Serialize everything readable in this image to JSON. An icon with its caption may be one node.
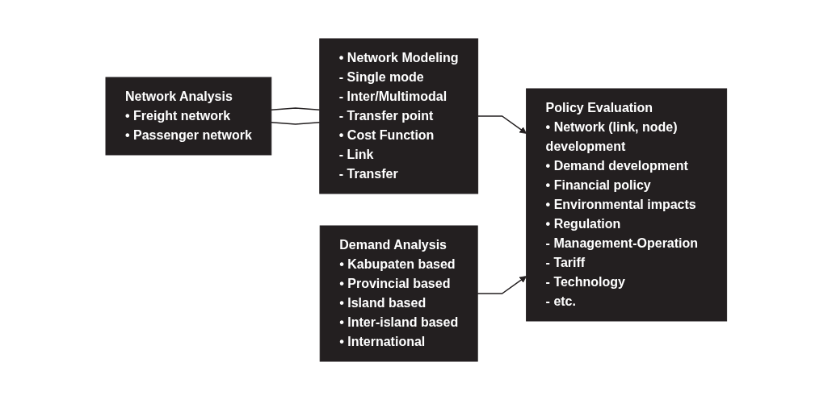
{
  "diagram": {
    "nodes": [
      {
        "text": [
          "Network Analysis",
          "• Freight network",
          "• Passenger network"
        ]
      },
      {
        "text": [
          "• Network Modeling",
          "- Single mode",
          "- Inter/Multimodal",
          "- Transfer point",
          "• Cost Function",
          "- Link",
          "- Transfer"
        ]
      },
      {
        "text": [
          "Policy Evaluation",
          "• Network (link, node) development",
          "• Demand development",
          "• Financial policy",
          "• Environmental impacts",
          "• Regulation",
          "- Management-Operation",
          "- Tariff",
          "- Technology",
          "- etc."
        ]
      },
      {
        "text": [
          "Demand Analysis",
          "• Kabupaten based",
          "• Provincial based",
          "• Island based",
          "• Inter-island based",
          "• International"
        ]
      }
    ],
    "edges": [
      {
        "from": 0,
        "to": 1,
        "arrow": "none"
      },
      {
        "from": 0,
        "to": 1,
        "arrow": "none"
      },
      {
        "from": 1,
        "to": 2,
        "arrow": "to"
      },
      {
        "from": 3,
        "to": 2,
        "arrow": "to"
      }
    ]
  }
}
